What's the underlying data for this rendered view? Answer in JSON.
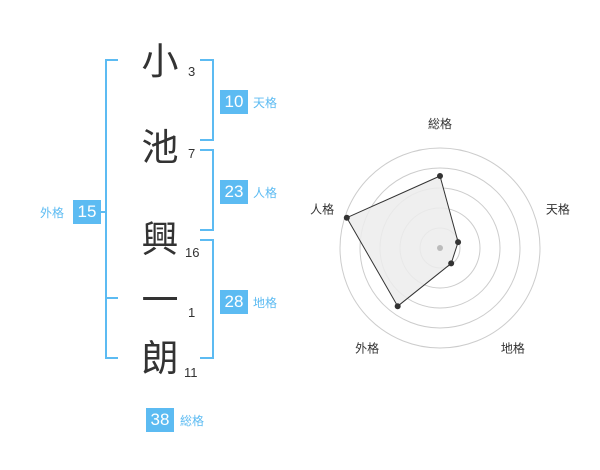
{
  "name": {
    "characters": [
      {
        "char": "小",
        "strokes": "3"
      },
      {
        "char": "池",
        "strokes": "7"
      },
      {
        "char": "興",
        "strokes": "16"
      },
      {
        "char": "一",
        "strokes": "1"
      },
      {
        "char": "朗",
        "strokes": "11"
      }
    ]
  },
  "kakusu": {
    "tenkaku": {
      "value": "10",
      "label": "天格"
    },
    "jinkaku": {
      "value": "23",
      "label": "人格"
    },
    "chikaku": {
      "value": "28",
      "label": "地格"
    },
    "gaikaku": {
      "value": "15",
      "label": "外格"
    },
    "soukaku": {
      "value": "38",
      "label": "総格"
    }
  },
  "chart_data": {
    "type": "radar",
    "axes": [
      "総格",
      "天格",
      "地格",
      "外格",
      "人格"
    ],
    "values": [
      0.72,
      0.19,
      0.19,
      0.72,
      0.98
    ],
    "rings": 5,
    "colors": {
      "fill": "#ececec",
      "line": "#333333",
      "ring": "#cccccc",
      "center": "#bbbbbb"
    }
  },
  "colors": {
    "accent": "#5cbbf2",
    "text": "#333333"
  }
}
